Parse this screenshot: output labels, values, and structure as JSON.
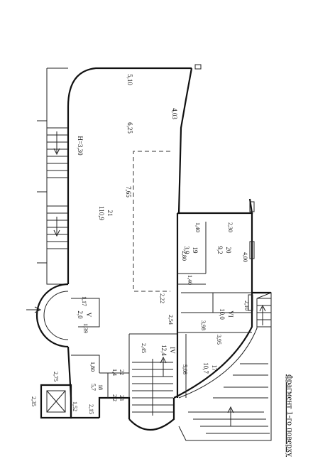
{
  "caption": "фрагмент 1-го поверху",
  "height_note": "H=3,30",
  "rooms": [
    {
      "id": "21",
      "area": "110,9"
    },
    {
      "id": "19",
      "area": "3,9"
    },
    {
      "id": "20",
      "area": "9,2"
    },
    {
      "id": "VI",
      "area": "10,0"
    },
    {
      "id": "V",
      "area": "2,0"
    },
    {
      "id": "IV",
      "area": "12,4"
    },
    {
      "id": "17",
      "area": "10,7"
    },
    {
      "id": "22",
      "area": "1,4"
    },
    {
      "id": "18",
      "area": "5,7"
    },
    {
      "id": "23",
      "area": "2,2"
    }
  ],
  "dimensions": [
    "5,10",
    "4,03",
    "6,25",
    "7,65",
    "1,40",
    "2,30",
    "2,80",
    "4,00",
    "1,40",
    "2,22",
    "2,54",
    "2,10",
    "3,98",
    "3,95",
    "1,17",
    "1,39",
    "2,45",
    "5,08",
    "1,80",
    "2,75",
    "2,35",
    "1,52",
    "2,15"
  ]
}
